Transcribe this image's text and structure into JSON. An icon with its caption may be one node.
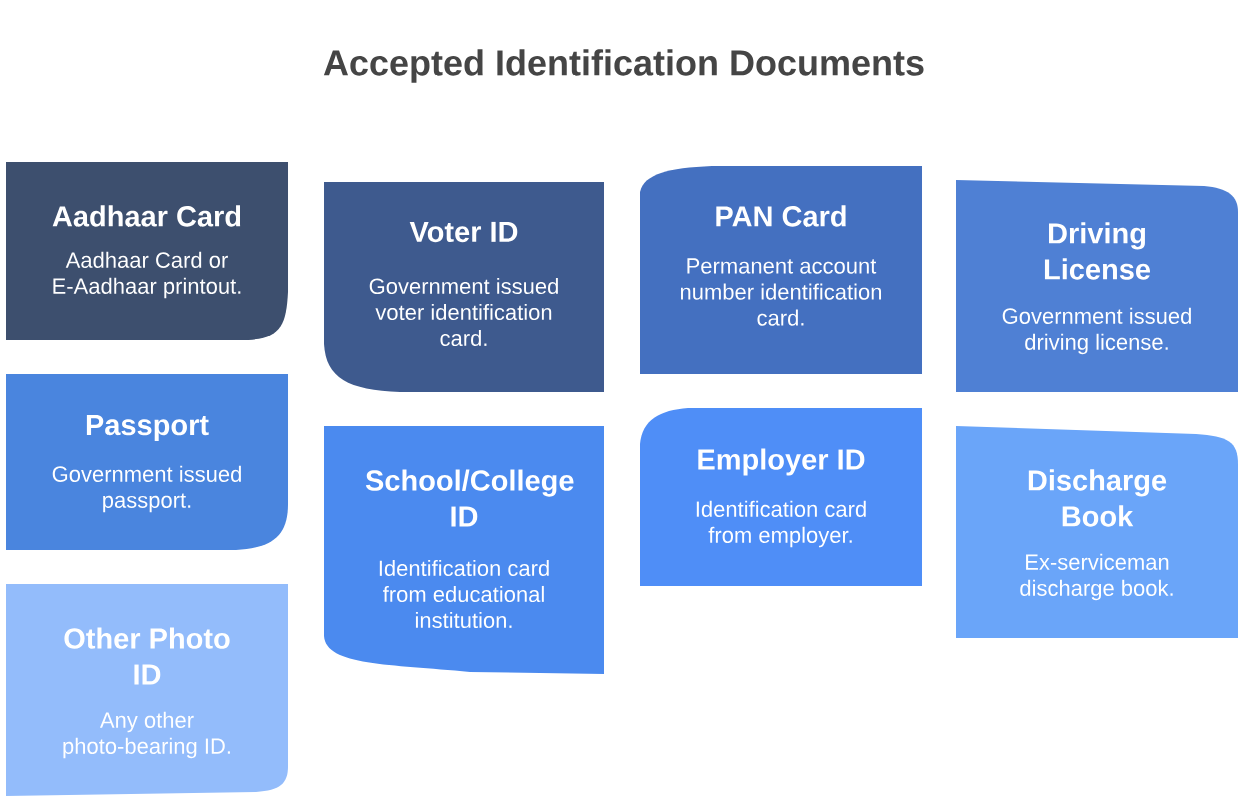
{
  "diagram": {
    "title": "Accepted Identification Documents",
    "nodes": [
      {
        "text": [
          "Aadhaar Card",
          "Aadhaar Card or E-Aadhaar printout."
        ]
      },
      {
        "text": [
          "Voter ID",
          "Government issued voter identification card."
        ]
      },
      {
        "text": [
          "PAN Card",
          "Permanent account number identification card."
        ]
      },
      {
        "text": [
          "Driving License",
          "Government issued driving license."
        ]
      },
      {
        "text": [
          "Passport",
          "Government issued passport."
        ]
      },
      {
        "text": [
          "School/College ID",
          "Identification card from educational institution."
        ]
      },
      {
        "text": [
          "Employer ID",
          "Identification card from employer."
        ]
      },
      {
        "text": [
          "Discharge Book",
          "Ex-serviceman discharge book."
        ]
      },
      {
        "text": [
          "Other Photo ID",
          "Any other photo-bearing ID."
        ]
      }
    ],
    "edges": []
  }
}
